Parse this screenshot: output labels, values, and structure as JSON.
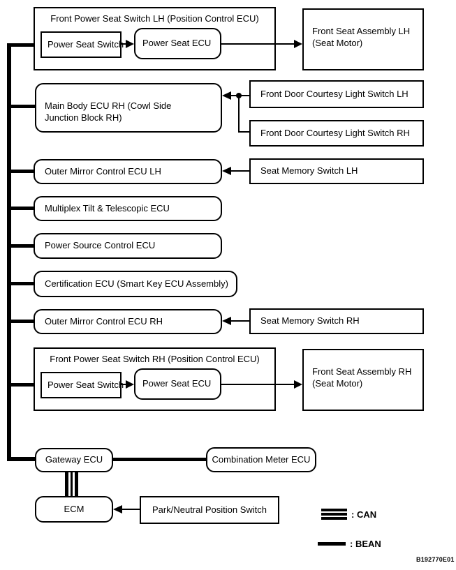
{
  "colors": {
    "line": "#000000",
    "background": "#ffffff"
  },
  "figure_id": "B192770E01",
  "legend": {
    "can": ": CAN",
    "bean": ": BEAN"
  },
  "seat_lh": {
    "title": "Front Power Seat Switch LH (Position Control ECU)",
    "switch": "Power Seat Switch",
    "ecu": "Power Seat ECU",
    "assembly": "Front Seat Assembly LH\n(Seat Motor)"
  },
  "main_body_ecu": "Main Body ECU RH (Cowl Side\nJunction Block RH)",
  "courtesy_switch_lh": "Front Door Courtesy Light Switch LH",
  "courtesy_switch_rh": "Front Door Courtesy Light Switch RH",
  "mirror_ecu_lh": "Outer Mirror Control ECU LH",
  "seat_memory_lh": "Seat Memory Switch LH",
  "multiplex_ecu": "Multiplex Tilt & Telescopic ECU",
  "power_source_ecu": "Power Source Control ECU",
  "certification_ecu": "Certification ECU (Smart Key ECU Assembly)",
  "mirror_ecu_rh": "Outer Mirror Control ECU RH",
  "seat_memory_rh": "Seat Memory Switch RH",
  "seat_rh": {
    "title": "Front Power Seat Switch RH (Position Control ECU)",
    "switch": "Power Seat Switch",
    "ecu": "Power Seat ECU",
    "assembly": "Front Seat Assembly RH\n(Seat Motor)"
  },
  "gateway_ecu": "Gateway ECU",
  "combination_meter_ecu": "Combination Meter ECU",
  "ecm": "ECM",
  "park_neutral_switch": "Park/Neutral Position Switch"
}
